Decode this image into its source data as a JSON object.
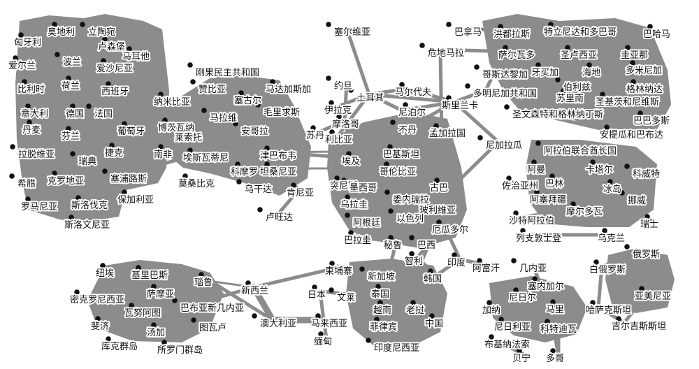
{
  "nodes": [
    {
      "id": "hungary",
      "label": "匈牙利"
    },
    {
      "id": "austria",
      "label": "奥地利"
    },
    {
      "id": "lithuania",
      "label": "立陶宛"
    },
    {
      "id": "luxembourg",
      "label": "卢森堡"
    },
    {
      "id": "malta",
      "label": "马耳他"
    },
    {
      "id": "ireland",
      "label": "爱尔兰"
    },
    {
      "id": "poland",
      "label": "波兰"
    },
    {
      "id": "estonia",
      "label": "爱沙尼亚"
    },
    {
      "id": "belgium",
      "label": "比利时"
    },
    {
      "id": "netherlands",
      "label": "荷兰"
    },
    {
      "id": "spain",
      "label": "西班牙"
    },
    {
      "id": "italy",
      "label": "意大利"
    },
    {
      "id": "germany",
      "label": "德国"
    },
    {
      "id": "france",
      "label": "法国"
    },
    {
      "id": "denmark",
      "label": "丹麦"
    },
    {
      "id": "finland",
      "label": "芬兰"
    },
    {
      "id": "portugal",
      "label": "葡萄牙"
    },
    {
      "id": "latvia",
      "label": "拉脱维亚"
    },
    {
      "id": "sweden",
      "label": "瑞典"
    },
    {
      "id": "czech",
      "label": "捷克"
    },
    {
      "id": "cyprus",
      "label": "塞浦路斯"
    },
    {
      "id": "greece",
      "label": "希腊"
    },
    {
      "id": "croatia",
      "label": "克罗地亚"
    },
    {
      "id": "romania",
      "label": "罗马尼亚"
    },
    {
      "id": "slovakia",
      "label": "斯洛伐克"
    },
    {
      "id": "bulgaria",
      "label": "保加利亚"
    },
    {
      "id": "slovenia",
      "label": "斯洛文尼亚"
    },
    {
      "id": "drc",
      "label": "刚果民主共和国"
    },
    {
      "id": "zambia",
      "label": "赞比亚"
    },
    {
      "id": "madagascar",
      "label": "马达加斯加"
    },
    {
      "id": "namibia",
      "label": "纳米比亚"
    },
    {
      "id": "senegal",
      "label": "塞古尔"
    },
    {
      "id": "mauritius",
      "label": "毛里求斯"
    },
    {
      "id": "malawi",
      "label": "马拉维"
    },
    {
      "id": "botswana",
      "label": "博茨瓦纳"
    },
    {
      "id": "angola",
      "label": "安哥拉"
    },
    {
      "id": "lesotho",
      "label": "莱索托"
    },
    {
      "id": "southafrica",
      "label": "南非"
    },
    {
      "id": "eswatini",
      "label": "埃斯瓦蒂尼"
    },
    {
      "id": "zimbabwe",
      "label": "津巴布韦"
    },
    {
      "id": "mozambique",
      "label": "莫桑比克"
    },
    {
      "id": "mozambique2",
      "label": "科摩罗"
    },
    {
      "id": "tanzania",
      "label": "坦桑尼亚"
    },
    {
      "id": "uganda",
      "label": "乌干达"
    },
    {
      "id": "kenya",
      "label": "肯尼亚"
    },
    {
      "id": "rwanda",
      "label": "卢旺达"
    },
    {
      "id": "serbia",
      "label": "塞尔维亚"
    },
    {
      "id": "jordan",
      "label": "约旦"
    },
    {
      "id": "turkey",
      "label": "土耳其"
    },
    {
      "id": "iran",
      "label": "伊拉克"
    },
    {
      "id": "morocco",
      "label": "摩洛哥"
    },
    {
      "id": "sudan",
      "label": "苏丹"
    },
    {
      "id": "libya",
      "label": "利比亚"
    },
    {
      "id": "egypt",
      "label": "埃及"
    },
    {
      "id": "tunisia",
      "label": "突尼斯"
    },
    {
      "id": "uruguay",
      "label": "乌拉圭"
    },
    {
      "id": "argentina",
      "label": "阿根廷"
    },
    {
      "id": "paraguay",
      "label": "巴拉圭"
    },
    {
      "id": "maldives",
      "label": "马尔代夫"
    },
    {
      "id": "nepal",
      "label": "尼泊尔"
    },
    {
      "id": "srilanka",
      "label": "斯里兰卡"
    },
    {
      "id": "bhutan",
      "label": "不丹"
    },
    {
      "id": "bangladesh",
      "label": "孟加拉国"
    },
    {
      "id": "pakistan",
      "label": "巴基斯坦"
    },
    {
      "id": "colombia",
      "label": "哥伦比亚"
    },
    {
      "id": "mexico",
      "label": "墨西哥"
    },
    {
      "id": "cuba",
      "label": "古巴"
    },
    {
      "id": "venezuela",
      "label": "委内瑞拉"
    },
    {
      "id": "bolivia",
      "label": "玻利维亚"
    },
    {
      "id": "israel",
      "label": "以色列"
    },
    {
      "id": "ecuador",
      "label": "厄瓜多尔"
    },
    {
      "id": "peru",
      "label": "秘鲁"
    },
    {
      "id": "brazil",
      "label": "巴西"
    },
    {
      "id": "chile",
      "label": "智利"
    },
    {
      "id": "india",
      "label": "印度"
    },
    {
      "id": "afghanistan",
      "label": "阿富汗"
    },
    {
      "id": "panama",
      "label": "巴拿马"
    },
    {
      "id": "honduras",
      "label": "洪都拉斯"
    },
    {
      "id": "trinidad",
      "label": "特立尼达和多巴哥"
    },
    {
      "id": "bahamas",
      "label": "巴哈马"
    },
    {
      "id": "guatemala",
      "label": "危地马拉"
    },
    {
      "id": "elsalvador",
      "label": "萨尔瓦多"
    },
    {
      "id": "stlucia",
      "label": "圣卢西亚"
    },
    {
      "id": "uruguay2",
      "label": "圭亚那"
    },
    {
      "id": "costarica",
      "label": "哥斯达黎加"
    },
    {
      "id": "jamaica",
      "label": "牙买加"
    },
    {
      "id": "haiti",
      "label": "海地"
    },
    {
      "id": "dominica",
      "label": "多米尼加"
    },
    {
      "id": "dominicanrep",
      "label": "多明尼加共和国"
    },
    {
      "id": "suriname",
      "label": "苏里南"
    },
    {
      "id": "belize",
      "label": "伯利兹"
    },
    {
      "id": "grenada",
      "label": "格林纳达"
    },
    {
      "id": "stkitts",
      "label": "圣基茨和尼维斯"
    },
    {
      "id": "stvincent",
      "label": "圣文森特和格林纳丁斯"
    },
    {
      "id": "barbados",
      "label": "巴巴多斯"
    },
    {
      "id": "antigua",
      "label": "安提瓜和巴布达"
    },
    {
      "id": "nicaragua",
      "label": "尼加拉瓜"
    },
    {
      "id": "uae",
      "label": "阿拉伯联合酋长国"
    },
    {
      "id": "oman",
      "label": "阿曼"
    },
    {
      "id": "qatar",
      "label": "卡塔尔"
    },
    {
      "id": "kuwait",
      "label": "科威特"
    },
    {
      "id": "georgia",
      "label": "佐治亚州"
    },
    {
      "id": "bahrain",
      "label": "巴林"
    },
    {
      "id": "iceland",
      "label": "冰岛"
    },
    {
      "id": "azerbaijan",
      "label": "阿塞拜疆"
    },
    {
      "id": "norway",
      "label": "挪威"
    },
    {
      "id": "saudi",
      "label": "沙特阿拉伯"
    },
    {
      "id": "moldova",
      "label": "摩尔多瓦"
    },
    {
      "id": "switzerland",
      "label": "瑞士"
    },
    {
      "id": "liechtenstein",
      "label": "列支敦士登"
    },
    {
      "id": "ukraine",
      "label": "乌克兰"
    },
    {
      "id": "niue",
      "label": "纽埃"
    },
    {
      "id": "kiribati",
      "label": "基里巴斯"
    },
    {
      "id": "micronesia",
      "label": "密克罗尼西亚"
    },
    {
      "id": "samoa",
      "label": "萨摩亚"
    },
    {
      "id": "palau",
      "label": "瑙鲁"
    },
    {
      "id": "vanuatu",
      "label": "瓦努阿图"
    },
    {
      "id": "png",
      "label": "巴布亚新几内亚"
    },
    {
      "id": "fiji",
      "label": "斐济"
    },
    {
      "id": "tonga",
      "label": "汤加"
    },
    {
      "id": "tuvalu",
      "label": "图瓦卢"
    },
    {
      "id": "cookislands",
      "label": "库克群岛"
    },
    {
      "id": "solomon",
      "label": "所罗门群岛"
    },
    {
      "id": "newzealand",
      "label": "新西兰"
    },
    {
      "id": "australia",
      "label": "澳大利亚"
    },
    {
      "id": "cambodia",
      "label": "柬埔寨"
    },
    {
      "id": "japan",
      "label": "日本"
    },
    {
      "id": "brunei",
      "label": "文莱"
    },
    {
      "id": "malaysia",
      "label": "马来西亚"
    },
    {
      "id": "singapore",
      "label": "新加坡"
    },
    {
      "id": "thailand",
      "label": "泰国"
    },
    {
      "id": "vietnam",
      "label": "越南"
    },
    {
      "id": "laos",
      "label": "老挝"
    },
    {
      "id": "korea",
      "label": "韩国"
    },
    {
      "id": "philippines",
      "label": "菲律宾"
    },
    {
      "id": "china",
      "label": "中国"
    },
    {
      "id": "myanmar",
      "label": "缅甸"
    },
    {
      "id": "indonesia",
      "label": "印度尼西亚"
    },
    {
      "id": "guinea",
      "label": "几内亚"
    },
    {
      "id": "niger",
      "label": "尼日尔"
    },
    {
      "id": "gabon",
      "label": "塞内加尔"
    },
    {
      "id": "ghana",
      "label": "加纳"
    },
    {
      "id": "mali",
      "label": "马里"
    },
    {
      "id": "nigeria",
      "label": "尼日利亚"
    },
    {
      "id": "ivorycoast",
      "label": "科特迪瓦"
    },
    {
      "id": "burkina",
      "label": "布基纳法索"
    },
    {
      "id": "benin",
      "label": "贝宁"
    },
    {
      "id": "togo",
      "label": "多哥"
    },
    {
      "id": "russia",
      "label": "俄罗斯"
    },
    {
      "id": "belarus",
      "label": "白俄罗斯"
    },
    {
      "id": "armenia",
      "label": "亚美尼亚"
    },
    {
      "id": "kazakhstan",
      "label": "哈萨克斯坦"
    },
    {
      "id": "kyrgyzstan",
      "label": "吉尔吉斯斯坦"
    }
  ]
}
